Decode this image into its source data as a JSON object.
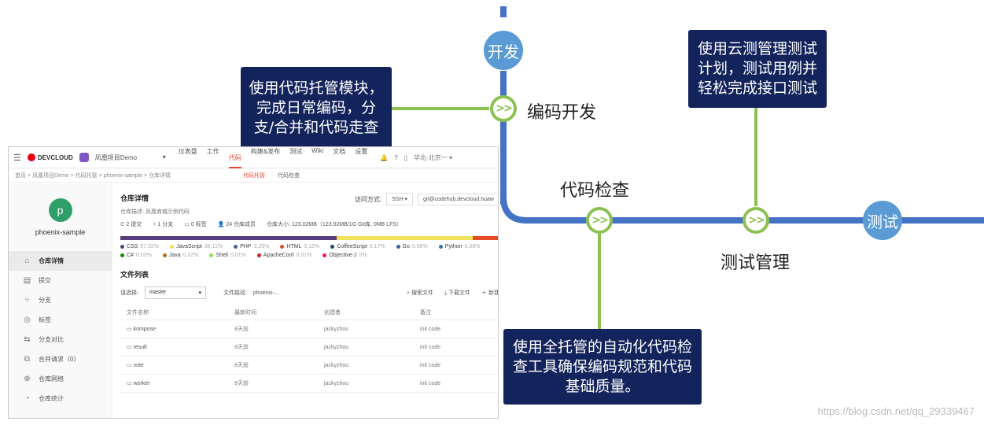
{
  "stages": {
    "start": "开发",
    "coding": "编码开发",
    "code_check": "代码检查",
    "test_mgmt": "测试管理",
    "end": "测试"
  },
  "stop_glyph": ">>",
  "callouts": {
    "coding": "使用代码托管模块，完成日常编码，分支/合并和代码走查",
    "test_mgmt": "使用云测管理测试计划，测试用例并轻松完成接口测试",
    "code_check": "使用全托管的自动化代码检查工具确保编码规范和代码基础质量。"
  },
  "colors": {
    "line_blue": "#4472c4",
    "line_green": "#8cc152",
    "terminal": "#5b9bd5",
    "callout_bg": "#13235b"
  },
  "watermark": "https://blog.csdn.net/qq_29339467",
  "app": {
    "brand": "DEVCLOUD",
    "project": "凤凰项目Demo",
    "nav": [
      "仪表盘",
      "工作",
      "代码",
      "构建&发布",
      "测试",
      "Wiki",
      "文档",
      "设置"
    ],
    "nav_active": "代码",
    "user": "华北-北京一",
    "breadcrumb": "首页 > 凤凰项目Demo > 代码托管 > phoenix-sample > 仓库详情",
    "subtabs": [
      "代码托管",
      "代码检查"
    ],
    "repo_name": "phoenix-sample",
    "avatar_letter": "p",
    "sidebar": [
      "仓库详情",
      "提交",
      "分支",
      "标签",
      "分支对比",
      "合并请求（0）",
      "仓库网络",
      "仓库统计"
    ],
    "detail_title": "仓库详情",
    "access_label": "访问方式:",
    "access_proto": "SSH",
    "access_url": "git@codehub.devcloud.huaw",
    "desc": "仓库描述: 凤凰商城示例代码",
    "stats": [
      "2 提交",
      "1 分支",
      "0 标签",
      "24 仓库成员"
    ],
    "size": "仓库大小:   123.02MB（123.02MB/1G Git库, 0MB LFS）",
    "languages": [
      {
        "name": "CSS",
        "pct": "57.02%",
        "color": "#563d7c"
      },
      {
        "name": "JavaScript",
        "pct": "36.11%",
        "color": "#f1e05a"
      },
      {
        "name": "PHP",
        "pct": "3.29%",
        "color": "#4f5d95"
      },
      {
        "name": "HTML",
        "pct": "3.12%",
        "color": "#e34c26"
      },
      {
        "name": "CoffeeScript",
        "pct": "0.17%",
        "color": "#244776"
      },
      {
        "name": "Go",
        "pct": "0.06%",
        "color": "#375eab"
      },
      {
        "name": "Python",
        "pct": "0.06%",
        "color": "#3572a5"
      },
      {
        "name": "C#",
        "pct": "0.03%",
        "color": "#178600"
      },
      {
        "name": "Java",
        "pct": "0.02%",
        "color": "#b07219"
      },
      {
        "name": "Shell",
        "pct": "0.01%",
        "color": "#89e051"
      },
      {
        "name": "ApacheConf",
        "pct": "0.01%",
        "color": "#d12127"
      },
      {
        "name": "Objective-J",
        "pct": "0%",
        "color": "#ff0c5a"
      }
    ],
    "file_list_title": "文件列表",
    "branch_label": "请选择:",
    "branch": "master",
    "path_label": "文件路径:",
    "path": "phoenix-...",
    "actions": [
      "搜索文件",
      "下载文件",
      "新建"
    ],
    "columns": [
      "文件名称",
      "最新时间",
      "创建者",
      "备注"
    ],
    "files": [
      {
        "name": "kompose",
        "time": "8天前",
        "author": "jackyzhou",
        "note": "init code"
      },
      {
        "name": "result",
        "time": "8天前",
        "author": "jackyzhou",
        "note": "init code"
      },
      {
        "name": "vote",
        "time": "8天前",
        "author": "jackyzhou",
        "note": "init code"
      },
      {
        "name": "worker",
        "time": "8天前",
        "author": "jackyzhou",
        "note": "init code"
      }
    ]
  }
}
